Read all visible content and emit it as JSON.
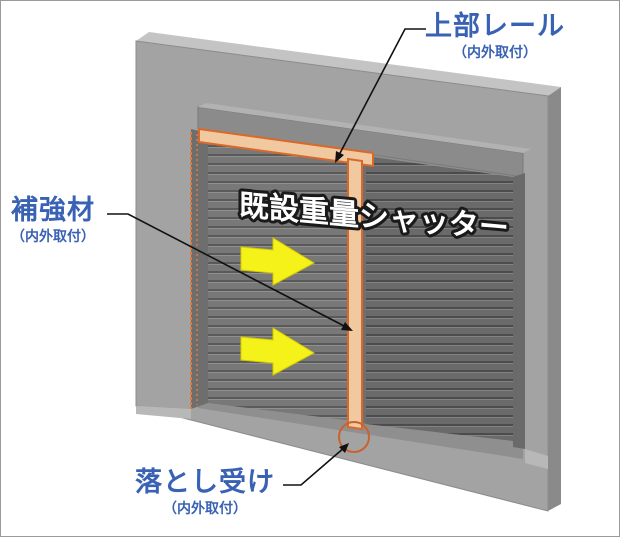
{
  "shutter_title": "既設重量シャッター",
  "callouts": {
    "upper_rail": {
      "label": "上部レール",
      "note": "（内外取付）"
    },
    "reinforcement": {
      "label": "補強材",
      "note": "（内外取付）"
    },
    "drop_receiver": {
      "label": "落とし受け",
      "note": "（内外取付）"
    }
  },
  "colors": {
    "wall_front": "#a3a3a3",
    "wall_top": "#c4c4c4",
    "wall_side": "#8a8a8a",
    "shutter": "#777777",
    "slat_line": "#565656",
    "frame_accent": "#e07a3c",
    "reinforcement_bar": "#f0c9a0",
    "arrow": "#f5f21a",
    "label_blue": "#3a62b4"
  },
  "icons": [
    "direction-arrow-icon",
    "highlight-circle-icon"
  ]
}
